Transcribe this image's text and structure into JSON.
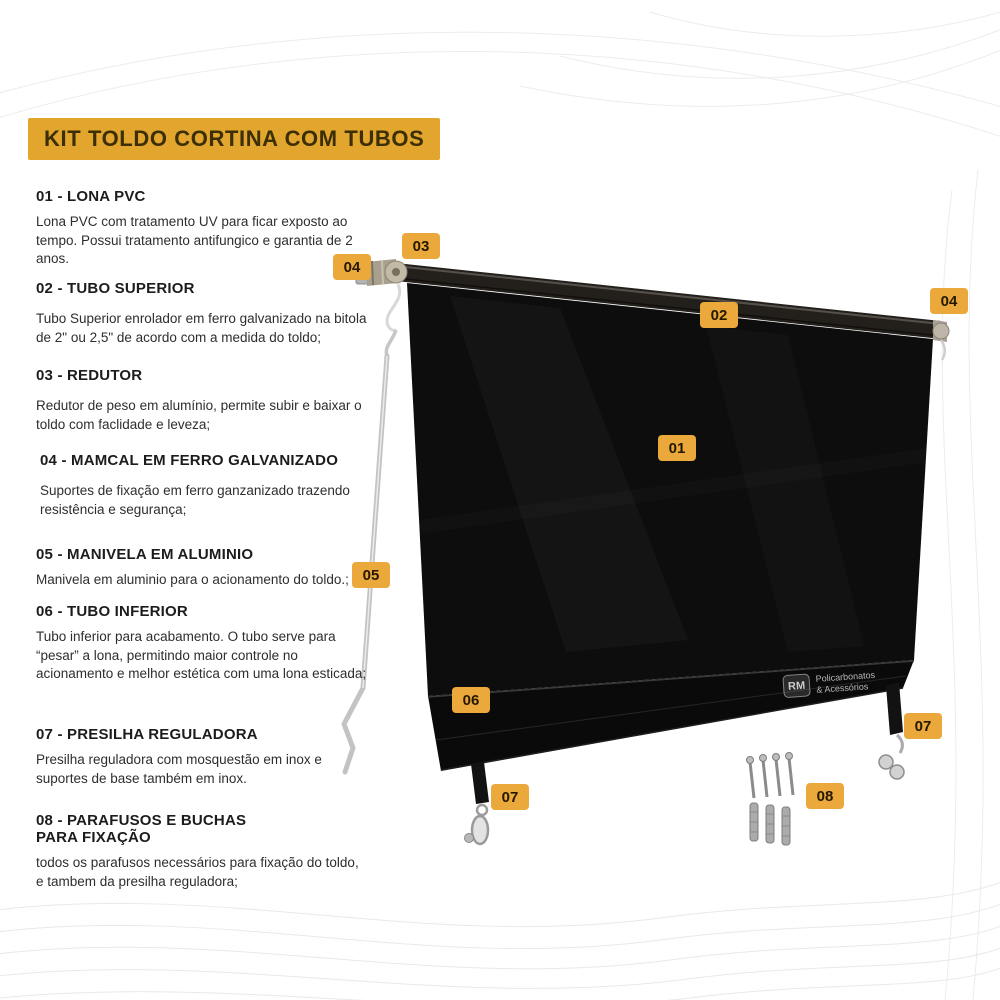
{
  "title": "KIT TOLDO CORTINA COM TUBOS",
  "sections": [
    {
      "heading": "01 - LONA PVC",
      "body": "Lona PVC com tratamento UV para ficar exposto ao tempo. Possui tratamento antifungico e garantia de 2 anos."
    },
    {
      "heading": "02 - TUBO SUPERIOR",
      "body": "Tubo Superior enrolador em ferro galvanizado na bitola de 2\" ou 2,5\" de acordo com a medida do toldo;"
    },
    {
      "heading": "03 - REDUTOR",
      "body": "Redutor de peso em alumínio, permite subir e baixar o toldo com faclidade e leveza;"
    },
    {
      "heading": "04 - MAMCAL  EM FERRO GALVANIZADO",
      "body": "Suportes de fixação em ferro ganzanizado trazendo resistência e segurança;"
    },
    {
      "heading": "05 - MANIVELA EM ALUMINIO",
      "body": "Manivela em aluminio para o acionamento do toldo.;"
    },
    {
      "heading": "06 - TUBO INFERIOR",
      "body": "Tubo inferior para acabamento. O tubo serve para “pesar” a lona, permitindo maior controle no acionamento e melhor estética com uma lona esticada;"
    },
    {
      "heading": "07 - PRESILHA REGULADORA",
      "body": "Presilha reguladora com mosquestão em inox e suportes de base também em inox."
    },
    {
      "heading": "08 - PARAFUSOS E BUCHAS PARA FIXAÇÃO",
      "body": "todos os parafusos necessários para fixação do toldo, e tambem da presilha reguladora;"
    }
  ],
  "labels": {
    "l01": "01",
    "l02": "02",
    "l03": "03",
    "l04": "04",
    "l05": "05",
    "l06": "06",
    "l07": "07",
    "l08": "08"
  },
  "watermark": {
    "logo": "RM",
    "line1": "Policarbonatos",
    "line2": "& Acessórios"
  },
  "colors": {
    "badge_bg": "#EAA93A",
    "title_bg": "#E2A62E",
    "text": "#2E2E2E",
    "fabric": "#0D0D0D"
  }
}
